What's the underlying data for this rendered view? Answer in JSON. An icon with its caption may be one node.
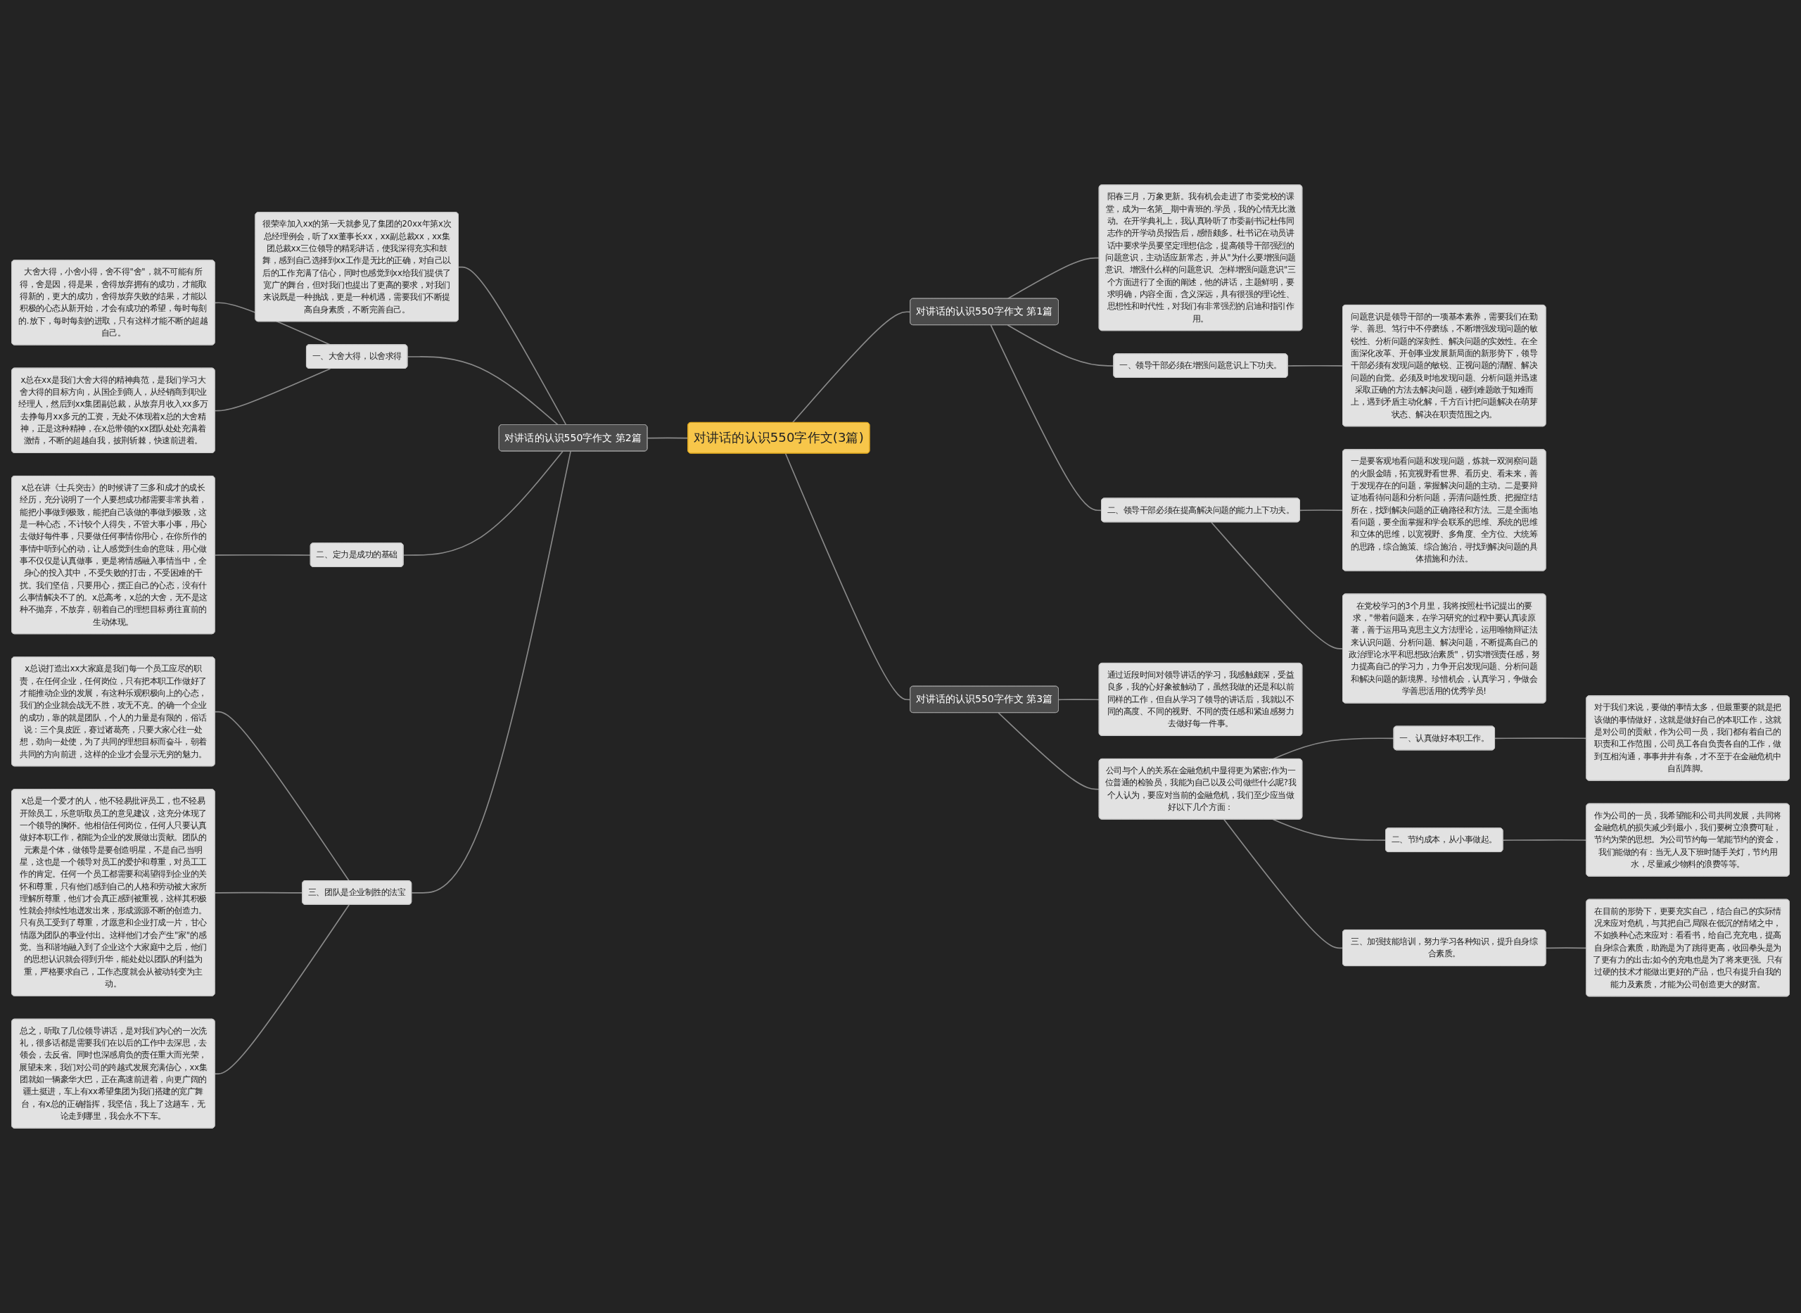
{
  "diagram": {
    "nodes": [
      {
        "text": [
          "对讲话的认识550字作文(3篇)"
        ]
      },
      {
        "text": [
          "对讲话的认识550字作文 第1篇"
        ]
      },
      {
        "text": [
          "阳春三月，万象更新。我有机会走进了市委党校的课堂，成为一名第__期中青班的.学员，我的心情无比激动。在开学典礼上，我认真聆听了市委副书记杜伟同志作的开学动员报告后，感悟颇多。杜书记在动员讲话中要求学员要坚定理想信念，提高领导干部强烈的问题意识，主动适应新常态，并从\"为什么要增强问题意识、增强什么样的问题意识、怎样增强问题意识\"三个方面进行了全面的阐述，他的讲话，主题鲜明，要求明确，内容全面，含义深远，具有很强的理论性、思想性和时代性，对我们有非常强烈的启迪和指引作用。"
        ]
      },
      {
        "text": [
          "一、领导干部必须在增强问题意识上下功夫。"
        ]
      },
      {
        "text": [
          "问题意识是领导干部的一项基本素养，需要我们在勤学、善思、笃行中不停磨练，不断增强发现问题的敏锐性、分析问题的深刻性、解决问题的实效性。在全面深化改革、开创事业发展新局面的新形势下，领导干部必须有发现问题的敏锐、正视问题的清醒、解决问题的自觉。必须及时地发现问题、分析问题并迅速采取正确的方法去解决问题，碰到难题敢于知难而上，遇到矛盾主动化解，千方百计把问题解决在萌芽状态、解决在职责范围之内。"
        ]
      },
      {
        "text": [
          "二、领导干部必须在提高解决问题的能力上下功夫。"
        ]
      },
      {
        "text": [
          "一是要客观地看问题和发现问题，炼就一双洞察问题的火眼金睛，拓宽视野看世界、看历史、看未来，善于发现存在的问题，掌握解决问题的主动。二是要辩证地看待问题和分析问题，弄清问题性质、把握症结所在，找到解决问题的正确路径和方法。三是全面地看问题，要全面掌握和学会联系的思维、系统的思维和立体的思维，以宽视野、多角度、全方位、大统筹的思路，综合施策、综合施治，寻找到解决问题的具体措施和办法。"
        ]
      },
      {
        "text": [
          "在党校学习的3个月里，我将按照杜书记提出的要求，\"带着问题来，在学习研究的过程中要认真读原著，善于运用马克思主义方法理论，运用唯物辩证法来认识问题、分析问题、解决问题，不断提高自己的政治理论水平和思想政治素质\"，切实增强责任感，努力提高自己的学习力，力争开启发现问题、分析问题和解决问题的新境界。珍惜机会，认真学习，争做会学善思活用的优秀学员!"
        ]
      },
      {
        "text": [
          "对讲话的认识550字作文 第2篇"
        ]
      },
      {
        "text": [
          "很荣幸加入xx的第一天就参见了集团的20xx年第x次总经理例会，听了xx董事长xx，xx副总裁xx，xx集团总裁xx三位领导的精彩讲话，使我深得充实和鼓舞，感到自己选择到xx工作是无比的正确，对自己以后的工作充满了信心，同时也感觉到xx给我们提供了宽广的舞台，但对我们也提出了更高的要求，对我们来说既是一种挑战，更是一种机遇，需要我们不断提高自身素质，不断完善自己。"
        ]
      },
      {
        "text": [
          "一、大舍大得，以舍求得"
        ]
      },
      {
        "text": [
          "大舍大得，小舍小得，舍不得\"舍\"，就不可能有所得，舍是因，得是果，舍得放弃拥有的成功，才能取得新的，更大的成功，舍得放弃失败的结果，才能以积极的心态从新开始，才会有成功的希望，每时每刻的.放下，每时每刻的进取，只有这样才能不断的超越自己。"
        ]
      },
      {
        "text": [
          "x总在xx是我们大舍大得的精神典范，是我们学习大舍大得的目标方向，从国企到商人，从经销商到职业经理人，然后到xx集团副总裁，从放弃月收入xx多万去挣每月xx多元的工资，无处不体现着x总的大舍精神，正是这种精神，在x总带领的xx团队处处充满着激情，不断的超越自我，披荆斩棘，快速前进着。"
        ]
      },
      {
        "text": [
          "二、定力是成功的基础"
        ]
      },
      {
        "text": [
          "x总在讲《士兵突击》的时候讲了三多和成才的成长经历，充分说明了一个人要想成功都需要非常执着，能把小事做到极致，能把自己该做的事做到极致，这是一种心态，不计较个人得失，不管大事小事，用心去做好每件事，只要做任何事情你用心，在你所作的事情中听到心的动，让人感觉到生命的意味，用心做事不仅仅是认真做事，更是将情感融入事情当中，全身心的投入其中，不受失败的打击，不受困难的干扰。我们坚信，只要用心，摆正自己的心态，没有什么事情解决不了的。x总高考，x总的大舍，无不是这种不抛弃，不放弃，朝着自己的理想目标勇往直前的生动体现。"
        ]
      },
      {
        "text": [
          "三、团队是企业制胜的法宝"
        ]
      },
      {
        "text": [
          "x总说打造出xx大家庭是我们每一个员工应尽的职责，在任何企业，任何岗位，只有把本职工作做好了才能推动企业的发展，有这种乐观积极向上的心态，我们的企业就会战无不胜，攻无不克。的确一个企业的成功，靠的就是团队，个人的力量是有限的，俗话说：三个臭皮匠，赛过诸葛亮，只要大家心往一处想，劲向一处使，为了共同的理想目标而奋斗，朝着共同的方向前进，这样的企业才会显示无穷的魅力。"
        ]
      },
      {
        "text": [
          "x总是一个爱才的人，他不轻易批评员工，也不轻易开除员工，乐意听取员工的意见建议，这充分体现了一个领导的胸怀。他相信任何岗位，任何人只要认真做好本职工作，都能为企业的发展做出贡献。团队的元素是个体，做领导是要创造明星，不是自己当明星，这也是一个领导对员工的爱护和尊重，对员工工作的肯定。任何一个员工都需要和渴望得到企业的关怀和尊重，只有他们感到自己的人格和劳动被大家所理解所尊重，他们才会真正感到被重视，这样其积极性就会持续性地迸发出来，形成源源不断的创造力。只有员工受到了尊重，才愿意和企业打成一片，甘心情愿为团队的事业付出。这样他们才会产生\"家\"的感觉。当和谐地融入到了企业这个大家庭中之后，他们的思想认识就会得到升华，能处处以团队的利益为重，严格要求自己，工作态度就会从被动转变为主动。"
        ]
      },
      {
        "text": [
          "总之，听取了几位领导讲话，是对我们内心的一次洗礼，很多话都是需要我们在以后的工作中去深思，去领会，去反省。同时也深感肩负的责任重大而光荣，展望未来，我们对公司的跨越式发展充满信心，xx集团就如一辆豪华大巴，正在高速前进着，向更广阔的疆土挺进，车上有xx希望集团为我们搭建的宽广舞台，有x总的正确指挥，我坚信，我上了这趟车，无论走到哪里，我会永不下车。"
        ]
      },
      {
        "text": [
          "对讲话的认识550字作文 第3篇"
        ]
      },
      {
        "text": [
          "通过近段时间对领导讲话的学习，我感触颇深，受益良多，我的心好象被触动了，虽然我做的还是和以前同样的工作，但自从学习了领导的讲话后，我就以不同的高度、不同的视野、不同的责任感和紧迫感努力去做好每一件事。"
        ]
      },
      {
        "text": [
          "公司与个人的关系在金融危机中显得更为紧密;作为一位普通的检验员，我能为自己以及公司做些什么呢?我个人认为，要应对当前的金融危机，我们至少应当做好以下几个方面："
        ]
      },
      {
        "text": [
          "一、认真做好本职工作。"
        ]
      },
      {
        "text": [
          "对于我们来说，要做的事情太多，但最重要的就是把该做的事情做好，这就是做好自己的本职工作，这就是对公司的贡献，作为公司一员，我们都有着自己的职责和工作范围，公司员工各自负责各自的工作，做到互相沟通，事事井井有条，才不至于在金融危机中自乱阵脚。"
        ]
      },
      {
        "text": [
          "二、节约成本，从小事做起。"
        ]
      },
      {
        "text": [
          "作为公司的一员，我希望能和公司共同发展，共同将金融危机的损失减少到最小，我们要树立浪费可耻，节约为荣的思想。为公司节约每一笔能节约的资金，我们能做的有：当无人及下班时随手关灯，节约用水，尽量减少物料的浪费等等。"
        ]
      },
      {
        "text": [
          "三、加强技能培训，努力学习各种知识，提升自身综合素质。"
        ]
      },
      {
        "text": [
          "在目前的形势下，更要充实自己，结合自己的实际情况来应对危机，与其把自己局限在低沉的情绪之中，不如换种心态来应对：看看书，给自己充充电，提高自身综合素质，助跑是为了跳得更高，收回拳头是为了更有力的出击;如今的充电也是为了将来更强。只有过硬的技术才能做出更好的产品，也只有提升自我的能力及素质，才能为公司创造更大的财富。"
        ]
      }
    ],
    "edges": [
      {
        "from": 0,
        "to": 1,
        "arrow": "none"
      },
      {
        "from": 1,
        "to": 2,
        "arrow": "none"
      },
      {
        "from": 1,
        "to": 3,
        "arrow": "none"
      },
      {
        "from": 3,
        "to": 4,
        "arrow": "none"
      },
      {
        "from": 1,
        "to": 5,
        "arrow": "none"
      },
      {
        "from": 5,
        "to": 6,
        "arrow": "none"
      },
      {
        "from": 5,
        "to": 7,
        "arrow": "none"
      },
      {
        "from": 0,
        "to": 8,
        "arrow": "none"
      },
      {
        "from": 8,
        "to": 9,
        "arrow": "none"
      },
      {
        "from": 8,
        "to": 10,
        "arrow": "none"
      },
      {
        "from": 10,
        "to": 11,
        "arrow": "none"
      },
      {
        "from": 10,
        "to": 12,
        "arrow": "none"
      },
      {
        "from": 8,
        "to": 13,
        "arrow": "none"
      },
      {
        "from": 13,
        "to": 14,
        "arrow": "none"
      },
      {
        "from": 8,
        "to": 15,
        "arrow": "none"
      },
      {
        "from": 15,
        "to": 16,
        "arrow": "none"
      },
      {
        "from": 15,
        "to": 17,
        "arrow": "none"
      },
      {
        "from": 15,
        "to": 18,
        "arrow": "none"
      },
      {
        "from": 0,
        "to": 19,
        "arrow": "none"
      },
      {
        "from": 19,
        "to": 20,
        "arrow": "none"
      },
      {
        "from": 19,
        "to": 21,
        "arrow": "none"
      },
      {
        "from": 21,
        "to": 22,
        "arrow": "none"
      },
      {
        "from": 22,
        "to": 23,
        "arrow": "none"
      },
      {
        "from": 21,
        "to": 24,
        "arrow": "none"
      },
      {
        "from": 24,
        "to": 25,
        "arrow": "none"
      },
      {
        "from": 21,
        "to": 26,
        "arrow": "none"
      },
      {
        "from": 26,
        "to": 27,
        "arrow": "none"
      }
    ]
  }
}
